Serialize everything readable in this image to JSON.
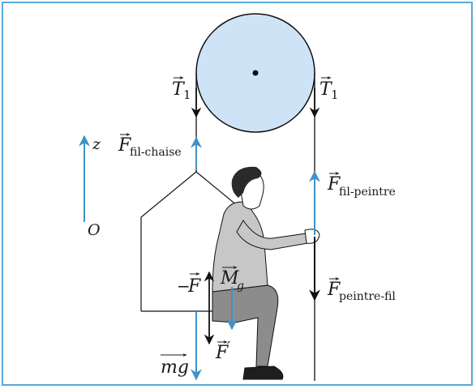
{
  "labels": {
    "T": "T",
    "T_sub": "1",
    "F": "F",
    "fil_chaise": "fil-chaise",
    "fil_peintre": "fil-peintre",
    "peintre_fil": "peintre-fil",
    "z": "z",
    "O": "O",
    "minus": "−",
    "M": "M",
    "g_sub": "g",
    "mg": "mg",
    "prime": "′"
  },
  "colors": {
    "frame": "#5aa9d6",
    "pulley_fill": "#cfe3f6",
    "blue_arrow": "#3f92c9",
    "black": "#111111",
    "jacket": "#c7c7c7",
    "pants": "#8c8c8c",
    "hair": "#2a2a2a",
    "skin": "#ffffff"
  }
}
